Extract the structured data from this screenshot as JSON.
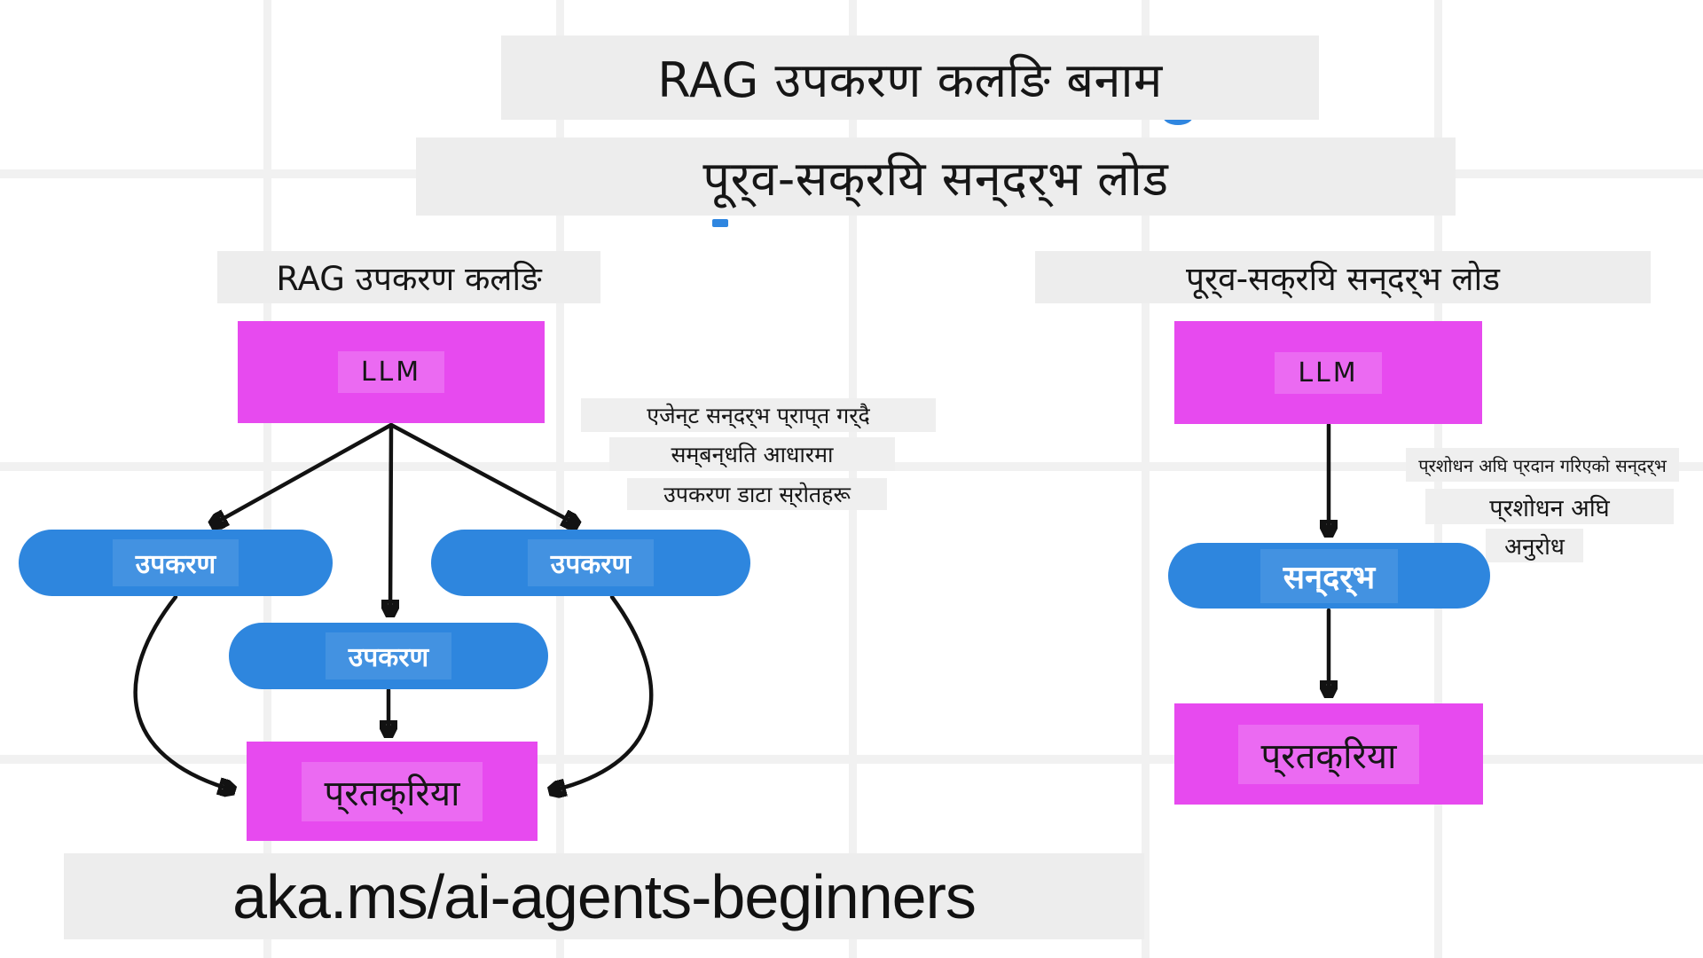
{
  "title": {
    "line1": "RAG उपकरण कलङि बनाम",
    "line2": "पूर्‌व-सक्‌रयि सन्‌दर्‌भ लोड"
  },
  "left": {
    "header": "RAG उपकरण कलङि",
    "llm": "LLM",
    "tools": [
      "उपकरण",
      "उपकरण",
      "उपकरण"
    ],
    "response": "प्‌रतक्‌रिया",
    "annotations": [
      "एजेन्‌ट सन्‌दर्‌भ प्‌राप्‌त गर्‌दै",
      "सम्‌बन्‌धति आधारमा",
      "उपकरण डाटा स्‌रोतहरू"
    ]
  },
  "right": {
    "header": "पूर्‌व-सक्‌रयि सन्‌दर्‌भ लोड",
    "llm": "LLM",
    "context": "सन्‌दर्‌भ",
    "response": "प्‌रतक्‌रिया",
    "annotations": [
      "प्‌रशोधन अघि प्‌रदान गरिएको सन्‌दर्‌भ",
      "प्‌रशोधन अघि",
      "अनुरोध"
    ]
  },
  "footer": {
    "link": "aka.ms/ai-agents-beginners"
  },
  "colors": {
    "magenta": "#E74AEF",
    "blue": "#2E86DE",
    "strip_bg": "#EDEDED",
    "annotation_bg": "#EFEFEF",
    "grid": "#F1F1F1",
    "arrow": "#121212",
    "mark_blue": "#2F86E0",
    "text": "#161616",
    "pill_text": "#FFFFFF"
  }
}
